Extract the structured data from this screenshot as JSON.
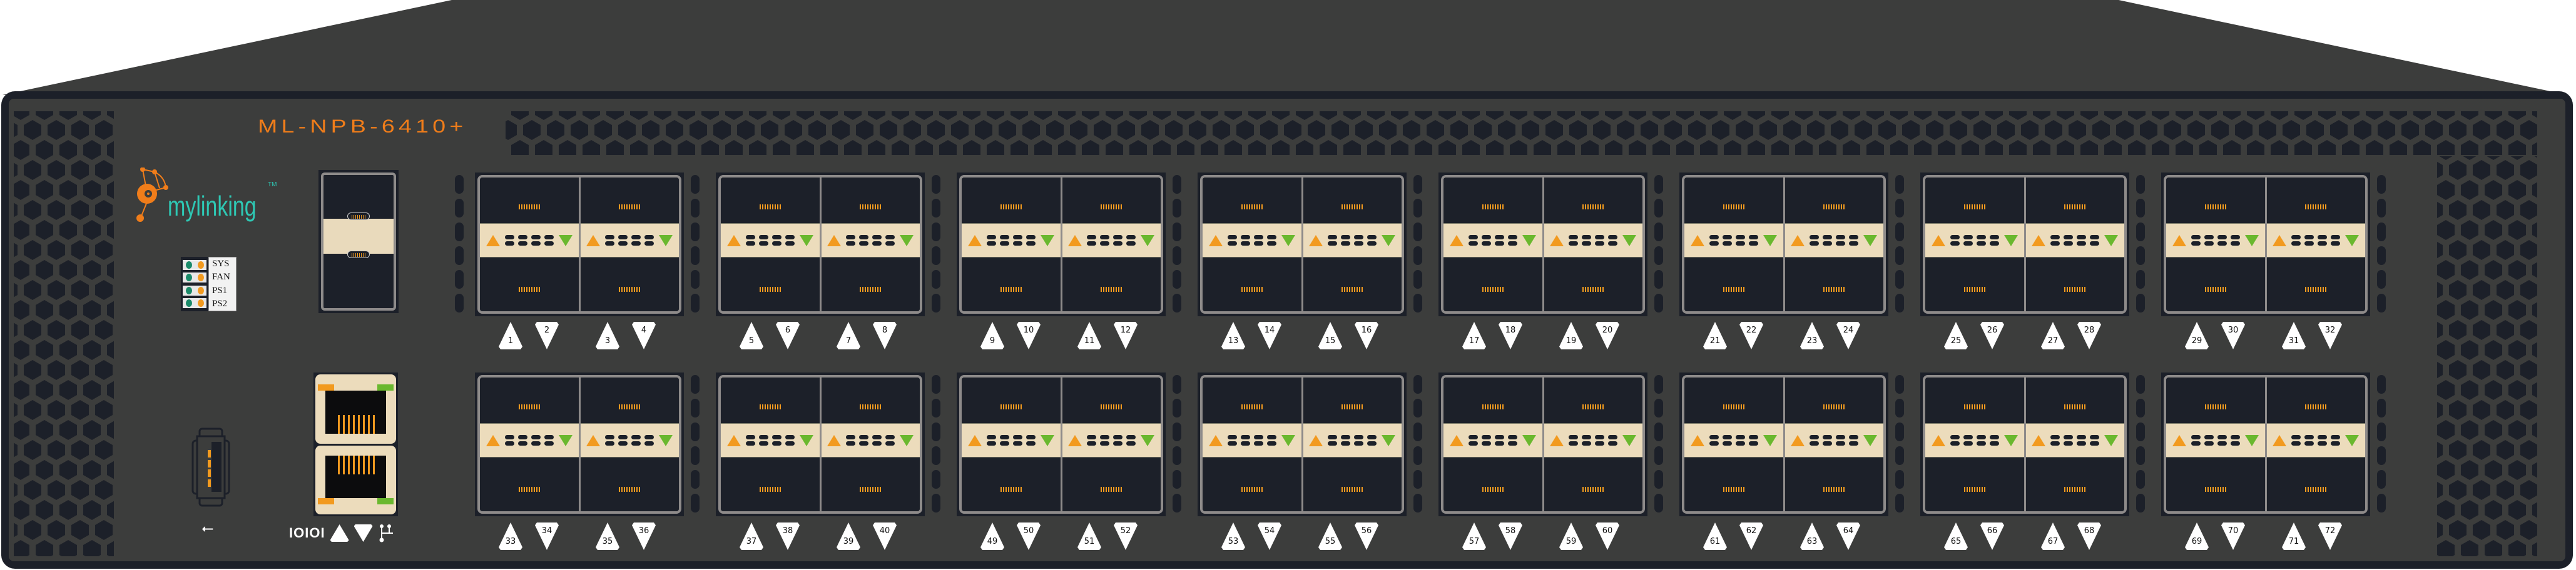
{
  "device": {
    "model": "ML-NPB-6410+",
    "brand": "mylinking",
    "trademark": "TM"
  },
  "status_leds": [
    {
      "label": "SYS"
    },
    {
      "label": "FAN"
    },
    {
      "label": "PS1"
    },
    {
      "label": "PS2"
    }
  ],
  "management": {
    "console_label": "IOIOI",
    "usb_icon": "usb-icon",
    "network_icon": "network-icon"
  },
  "top_row": [
    [
      "1",
      "2",
      "3",
      "4"
    ],
    [
      "5",
      "6",
      "7",
      "8"
    ],
    [
      "9",
      "10",
      "11",
      "12"
    ],
    [
      "13",
      "14",
      "15",
      "16"
    ],
    [
      "17",
      "18",
      "19",
      "20"
    ],
    [
      "21",
      "22",
      "23",
      "24"
    ],
    [
      "25",
      "26",
      "27",
      "28"
    ],
    [
      "29",
      "30",
      "31",
      "32"
    ]
  ],
  "bottom_row": [
    [
      "33",
      "34",
      "35",
      "36"
    ],
    [
      "37",
      "38",
      "39",
      "40"
    ],
    [
      "49",
      "50",
      "51",
      "52"
    ],
    [
      "53",
      "54",
      "55",
      "56"
    ],
    [
      "57",
      "58",
      "59",
      "60"
    ],
    [
      "61",
      "62",
      "63",
      "64"
    ],
    [
      "65",
      "66",
      "67",
      "68"
    ],
    [
      "69",
      "70",
      "71",
      "72"
    ]
  ],
  "colors": {
    "panel": "#3c3d3c",
    "frame": "#1c2029",
    "accent_orange": "#f29a1f",
    "accent_green": "#6ab82e",
    "model_text": "#f07d1a",
    "brand_text": "#2ec8b4",
    "band": "#ecdcbc"
  }
}
